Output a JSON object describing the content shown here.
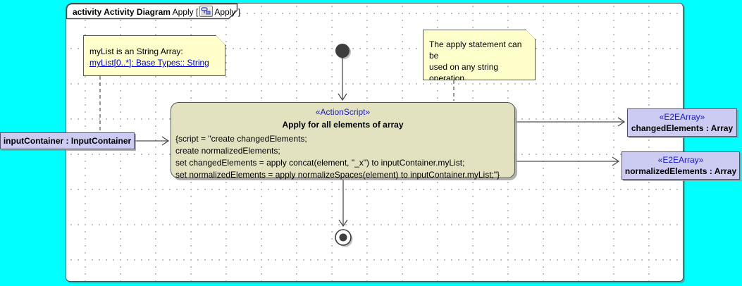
{
  "colors": {
    "canvas_background": "#00ffff",
    "frame_background": "#ffffff",
    "note_background": "#ffffcc",
    "action_background": "#e2e2c0",
    "object_background": "#ccccf2",
    "stereotype_text": "#1a1acd",
    "link_text": "#0000d6",
    "line": "#4d4d4d"
  },
  "tab": {
    "keyword": "activity",
    "diagram_type": "Activity Diagram",
    "diagram_name": "Apply",
    "bracket_open": "[",
    "ref_name": "Apply",
    "bracket_close": "]"
  },
  "notes": {
    "mylist_note": {
      "line1": "myList is an String Array:",
      "link": "myList[0..*]: Base Types:: String"
    },
    "apply_note": {
      "line1": "The apply statement can be",
      "line2": "used on any string",
      "line3": "operation."
    }
  },
  "action": {
    "stereotype": "«ActionScript»",
    "name": "Apply for all elements of array",
    "script_lines": [
      "{script = \"create changedElements;",
      "create normalizedElements;",
      "set changedElements = apply concat(element, \"_x\") to inputContainer.myList;",
      "set normalizedElements = apply normalizeSpaces(element) to inputContainer.myList;\"}"
    ]
  },
  "objects": {
    "input": {
      "label": "inputContainer : InputContainer"
    },
    "changed": {
      "stereotype": "«E2EArray»",
      "label": "changedElements : Array"
    },
    "normalized": {
      "stereotype": "«E2EArray»",
      "label": "normalizedElements : Array"
    }
  },
  "nodes": {
    "initial": "initial-node",
    "final": "activity-final-node"
  },
  "edges": [
    {
      "from": "initial-node",
      "to": "apply-action"
    },
    {
      "from": "input-container-object",
      "to": "apply-action"
    },
    {
      "from": "apply-action",
      "to": "changed-elements-object"
    },
    {
      "from": "apply-action",
      "to": "normalized-elements-object"
    },
    {
      "from": "apply-action",
      "to": "activity-final-node"
    },
    {
      "from": "mylist-note",
      "to": "input-container-object",
      "style": "dashed-anchor"
    },
    {
      "from": "apply-note",
      "to": "apply-action",
      "style": "dashed-anchor"
    }
  ]
}
